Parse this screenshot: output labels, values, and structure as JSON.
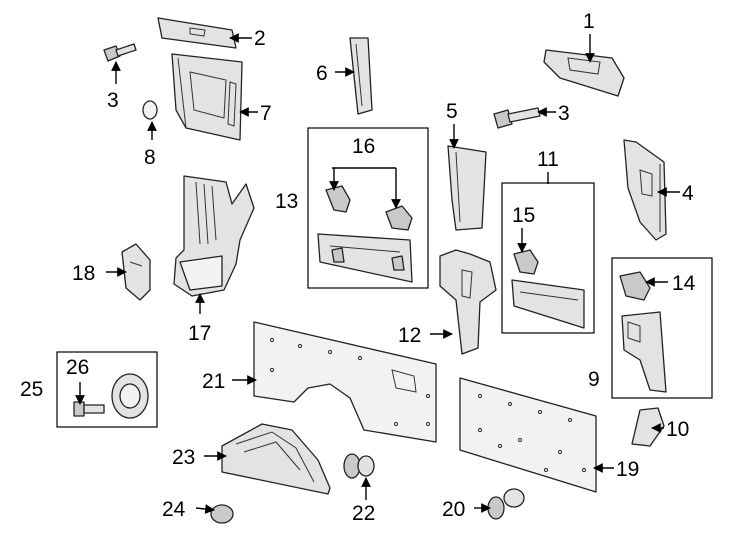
{
  "callouts": {
    "c1": "1",
    "c2": "2",
    "c3a": "3",
    "c3b": "3",
    "c4": "4",
    "c5": "5",
    "c6": "6",
    "c7": "7",
    "c8": "8",
    "c9": "9",
    "c10": "10",
    "c11": "11",
    "c12": "12",
    "c13": "13",
    "c14": "14",
    "c15": "15",
    "c16": "16",
    "c17": "17",
    "c18": "18",
    "c19": "19",
    "c20": "20",
    "c21": "21",
    "c22": "22",
    "c23": "23",
    "c24": "24",
    "c25": "25",
    "c26": "26"
  }
}
